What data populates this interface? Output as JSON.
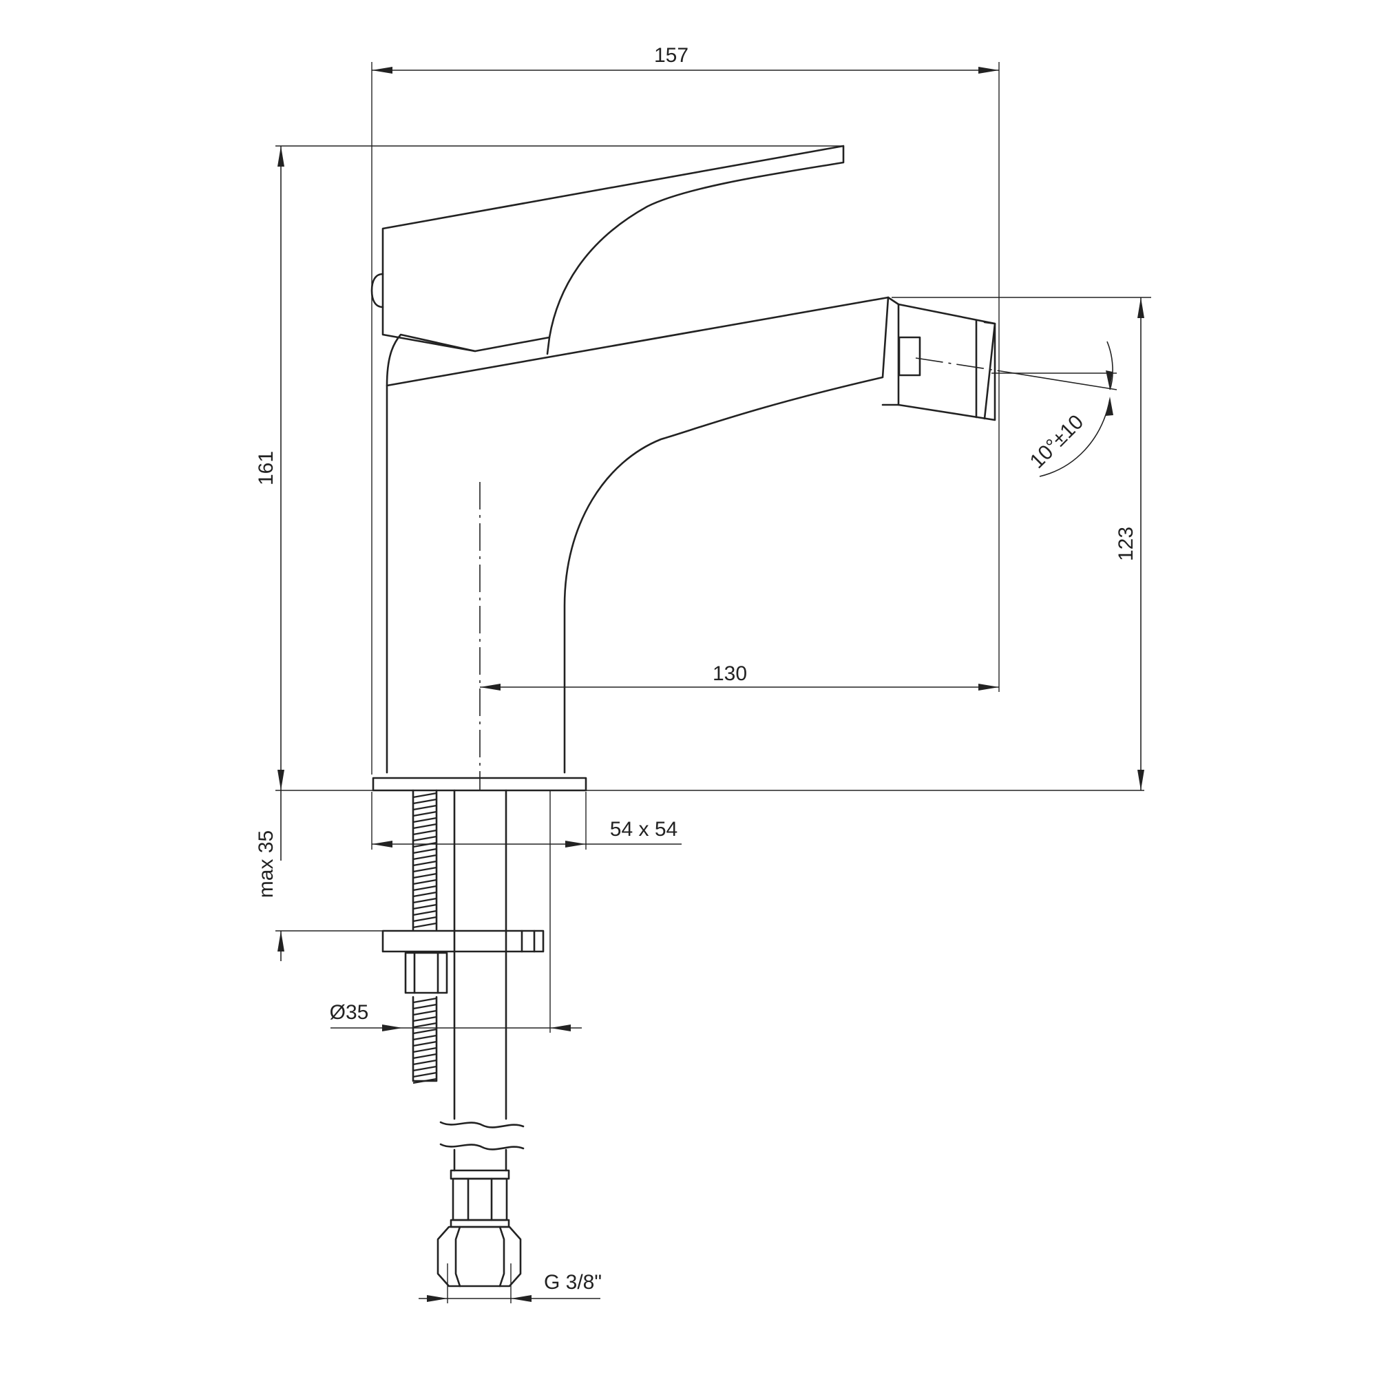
{
  "drawing": {
    "dimensions": {
      "overall_width": "157",
      "overall_height": "161",
      "spout_reach": "130",
      "spout_height": "123",
      "base_plate": "54 x 54",
      "max_countertop": "max 35",
      "hole_diameter": "Ø35",
      "connection_thread": "G 3/8\"",
      "spout_angle": "10°±10"
    }
  }
}
